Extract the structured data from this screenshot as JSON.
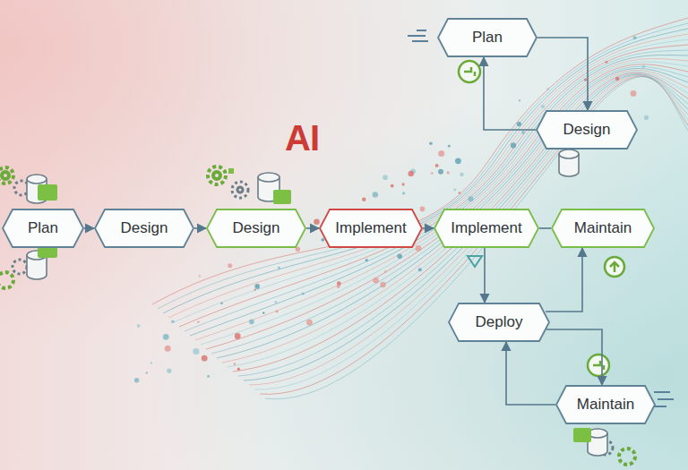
{
  "diagram": {
    "title": "AI",
    "nodes": [
      {
        "text": [
          "Plan"
        ]
      },
      {
        "text": [
          "Design"
        ]
      },
      {
        "text": [
          "Design"
        ]
      },
      {
        "text": [
          "Implement"
        ]
      },
      {
        "text": [
          "Implement"
        ]
      },
      {
        "text": [
          "Maintain"
        ]
      },
      {
        "text": [
          "Plan"
        ]
      },
      {
        "text": [
          "Design"
        ]
      },
      {
        "text": [
          "Deploy"
        ]
      },
      {
        "text": [
          "Maintain"
        ]
      }
    ],
    "edges": [
      {
        "from": 0,
        "to": 1,
        "arrow": "to"
      },
      {
        "from": 1,
        "to": 2,
        "arrow": "to"
      },
      {
        "from": 2,
        "to": 3,
        "arrow": "to"
      },
      {
        "from": 3,
        "to": 4,
        "arrow": "to"
      },
      {
        "from": 4,
        "to": 5,
        "arrow": "none"
      },
      {
        "from": 6,
        "to": 7,
        "arrow": "to"
      },
      {
        "from": 7,
        "to": 6,
        "arrow": "to"
      },
      {
        "from": 4,
        "to": 8,
        "arrow": "to"
      },
      {
        "from": 8,
        "to": 5,
        "arrow": "to"
      },
      {
        "from": 8,
        "to": 9,
        "arrow": "to"
      },
      {
        "from": 9,
        "to": 8,
        "arrow": "to"
      }
    ]
  }
}
